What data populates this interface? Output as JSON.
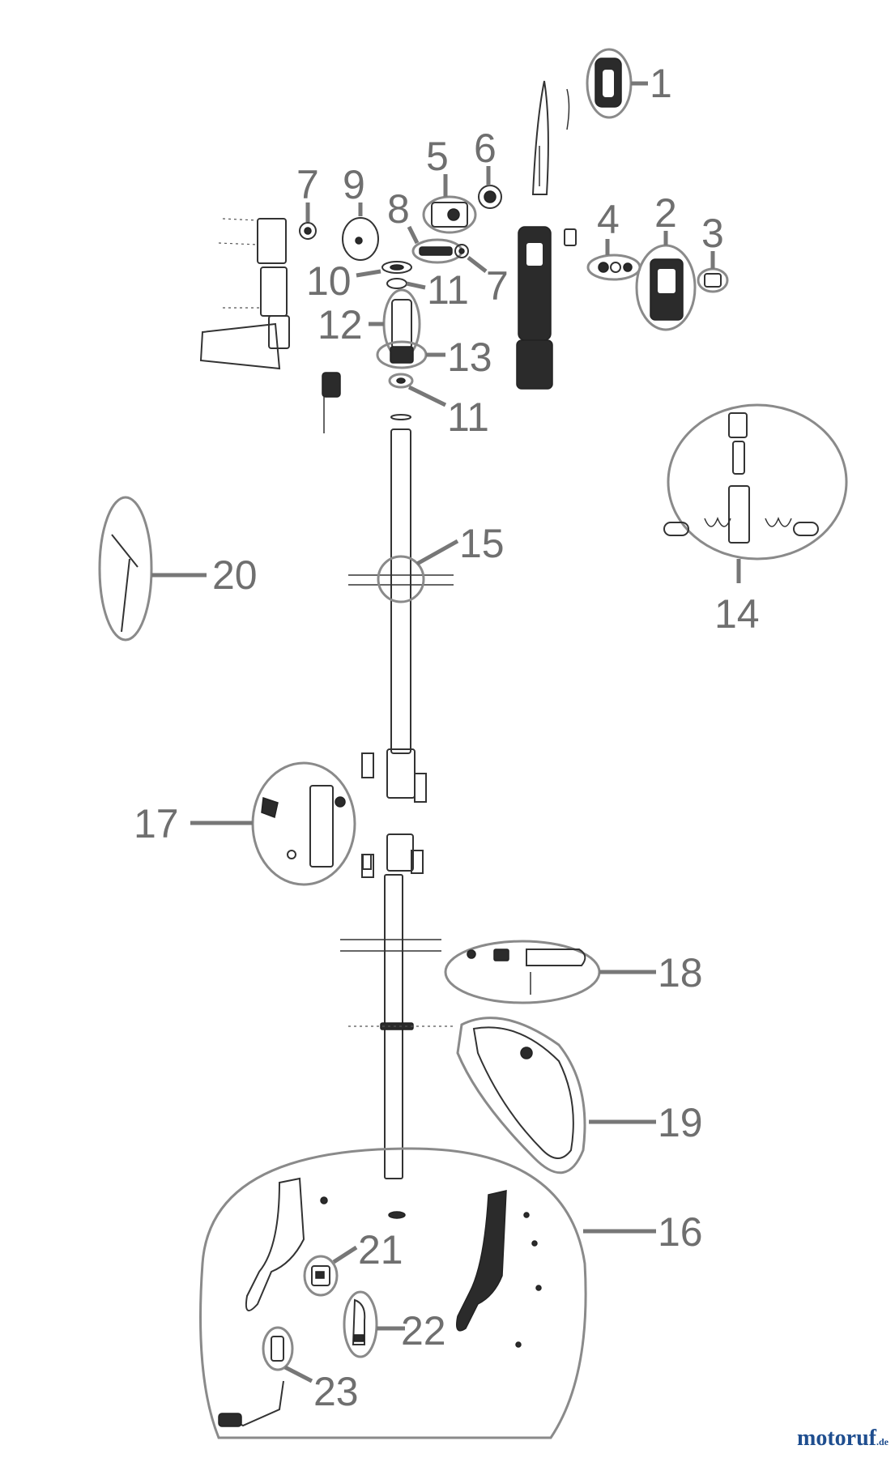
{
  "labels": {
    "l1": "1",
    "l2": "2",
    "l3": "3",
    "l4": "4",
    "l5": "5",
    "l6": "6",
    "l7a": "7",
    "l7b": "7",
    "l8": "8",
    "l9": "9",
    "l10": "10",
    "l11a": "11",
    "l11b": "11",
    "l12": "12",
    "l13": "13",
    "l14": "14",
    "l15": "15",
    "l16": "16",
    "l17": "17",
    "l18": "18",
    "l19": "19",
    "l20": "20",
    "l21": "21",
    "l22": "22",
    "l23": "23"
  },
  "watermark": {
    "brand": "motoruf",
    "tld": ".de",
    "color": "#1f4e8f"
  }
}
